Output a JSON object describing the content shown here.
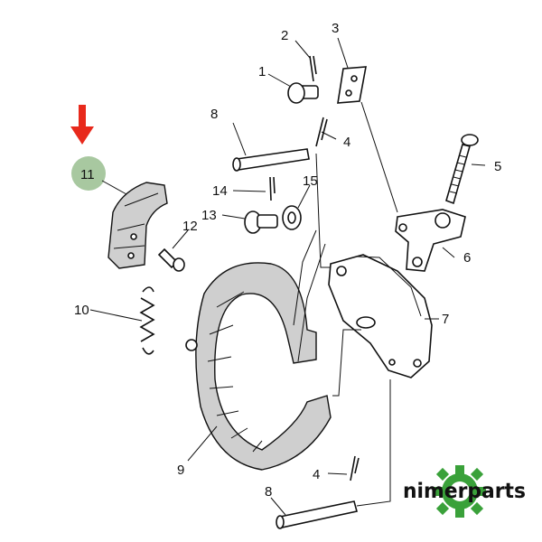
{
  "diagram": {
    "callouts": [
      {
        "id": "c1",
        "text": "1"
      },
      {
        "id": "c2",
        "text": "2"
      },
      {
        "id": "c3",
        "text": "3"
      },
      {
        "id": "c4a",
        "text": "4"
      },
      {
        "id": "c4b",
        "text": "4"
      },
      {
        "id": "c5",
        "text": "5"
      },
      {
        "id": "c6",
        "text": "6"
      },
      {
        "id": "c7",
        "text": "7"
      },
      {
        "id": "c8a",
        "text": "8"
      },
      {
        "id": "c8b",
        "text": "8"
      },
      {
        "id": "c9",
        "text": "9"
      },
      {
        "id": "c10",
        "text": "10"
      },
      {
        "id": "c11",
        "text": "11"
      },
      {
        "id": "c12",
        "text": "12"
      },
      {
        "id": "c13",
        "text": "13"
      },
      {
        "id": "c14",
        "text": "14"
      },
      {
        "id": "c15",
        "text": "15"
      }
    ],
    "highlighted_part": "11"
  },
  "logo": {
    "text": "nimerparts",
    "colors": {
      "gear": "#3aa13a",
      "text": "#111111"
    }
  },
  "colors": {
    "arrow": "#e8291c",
    "highlight_circle": "#a8c8a0",
    "line": "#111111",
    "lining": "#cfcfcf"
  }
}
